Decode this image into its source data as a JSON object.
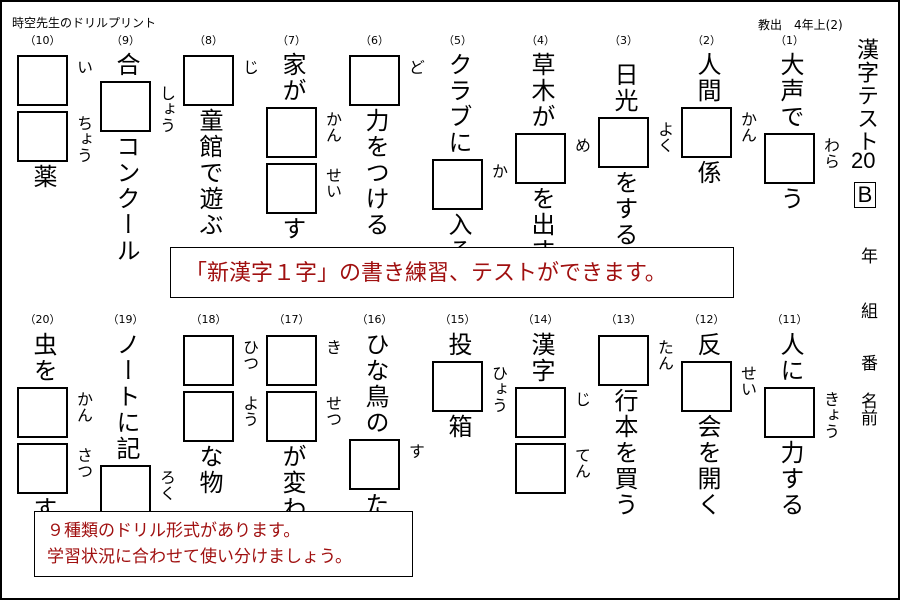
{
  "header": {
    "publisher": "時空先生のドリルプリント",
    "textbook": "教出　4年上(2)"
  },
  "title": {
    "text": "漢字テスト",
    "number": "20",
    "variant": "B"
  },
  "fields": {
    "year": "年",
    "class": "組",
    "number": "番",
    "name": "名前"
  },
  "questions": [
    {
      "num": "（1）",
      "parts": [
        {
          "t": "大声で"
        },
        {
          "f": "わら"
        },
        {
          "t": "う"
        }
      ]
    },
    {
      "num": "（2）",
      "parts": [
        {
          "t": "人間"
        },
        {
          "f": "かん"
        },
        {
          "t": "係"
        }
      ]
    },
    {
      "num": "（3）",
      "parts": [
        {
          "t": "日光"
        },
        {
          "f": "よく"
        },
        {
          "t": "をする"
        }
      ]
    },
    {
      "num": "（4）",
      "parts": [
        {
          "t": "草木が"
        },
        {
          "f": "め"
        },
        {
          "t": "を出す"
        }
      ]
    },
    {
      "num": "（5）",
      "parts": [
        {
          "t": "クラブに"
        },
        {
          "f": "か"
        },
        {
          "t": "入る"
        }
      ]
    },
    {
      "num": "（6）",
      "parts": [
        {
          "f": "ど"
        },
        {
          "t": "力をつける"
        }
      ]
    },
    {
      "num": "（7）",
      "parts": [
        {
          "t": "家が"
        },
        {
          "f": "かん"
        },
        {
          "f": "せい"
        },
        {
          "t": "す"
        }
      ]
    },
    {
      "num": "（8）",
      "parts": [
        {
          "f": "じ"
        },
        {
          "t": "童館で遊ぶ"
        }
      ]
    },
    {
      "num": "（9）",
      "parts": [
        {
          "t": "合"
        },
        {
          "f": "しょう"
        },
        {
          "t": "コンクール"
        }
      ]
    },
    {
      "num": "（10）",
      "parts": [
        {
          "f": "い"
        },
        {
          "f": "ちょう"
        },
        {
          "t": "薬"
        }
      ]
    },
    {
      "num": "（11）",
      "parts": [
        {
          "t": "人に"
        },
        {
          "f": "きょう"
        },
        {
          "t": "力する"
        }
      ]
    },
    {
      "num": "（12）",
      "parts": [
        {
          "t": "反"
        },
        {
          "f": "せい"
        },
        {
          "t": "会を開く"
        }
      ]
    },
    {
      "num": "（13）",
      "parts": [
        {
          "f": "たん"
        },
        {
          "t": "行本を買う"
        }
      ]
    },
    {
      "num": "（14）",
      "parts": [
        {
          "t": "漢字"
        },
        {
          "f": "じ"
        },
        {
          "f": "てん"
        }
      ]
    },
    {
      "num": "（15）",
      "parts": [
        {
          "t": "投"
        },
        {
          "f": "ひょう"
        },
        {
          "t": "箱"
        }
      ]
    },
    {
      "num": "（16）",
      "parts": [
        {
          "t": "ひな鳥の"
        },
        {
          "f": "す"
        },
        {
          "t": "た"
        }
      ]
    },
    {
      "num": "（17）",
      "parts": [
        {
          "f": "き"
        },
        {
          "f": "せつ"
        },
        {
          "t": "が変わ"
        }
      ]
    },
    {
      "num": "（18）",
      "parts": [
        {
          "f": "ひつ"
        },
        {
          "f": "よう"
        },
        {
          "t": "な物"
        }
      ]
    },
    {
      "num": "（19）",
      "parts": [
        {
          "t": "ノートに記"
        },
        {
          "f": "ろく"
        }
      ]
    },
    {
      "num": "（20）",
      "parts": [
        {
          "t": "虫を"
        },
        {
          "f": "かん"
        },
        {
          "f": "さつ"
        },
        {
          "t": "す"
        }
      ]
    }
  ],
  "notes": {
    "note1": "「新漢字１字」の書き練習、テストができます。",
    "note2_line1": "９種類のドリル形式があります。",
    "note2_line2": "学習状況に合わせて使い分けましょう。"
  }
}
